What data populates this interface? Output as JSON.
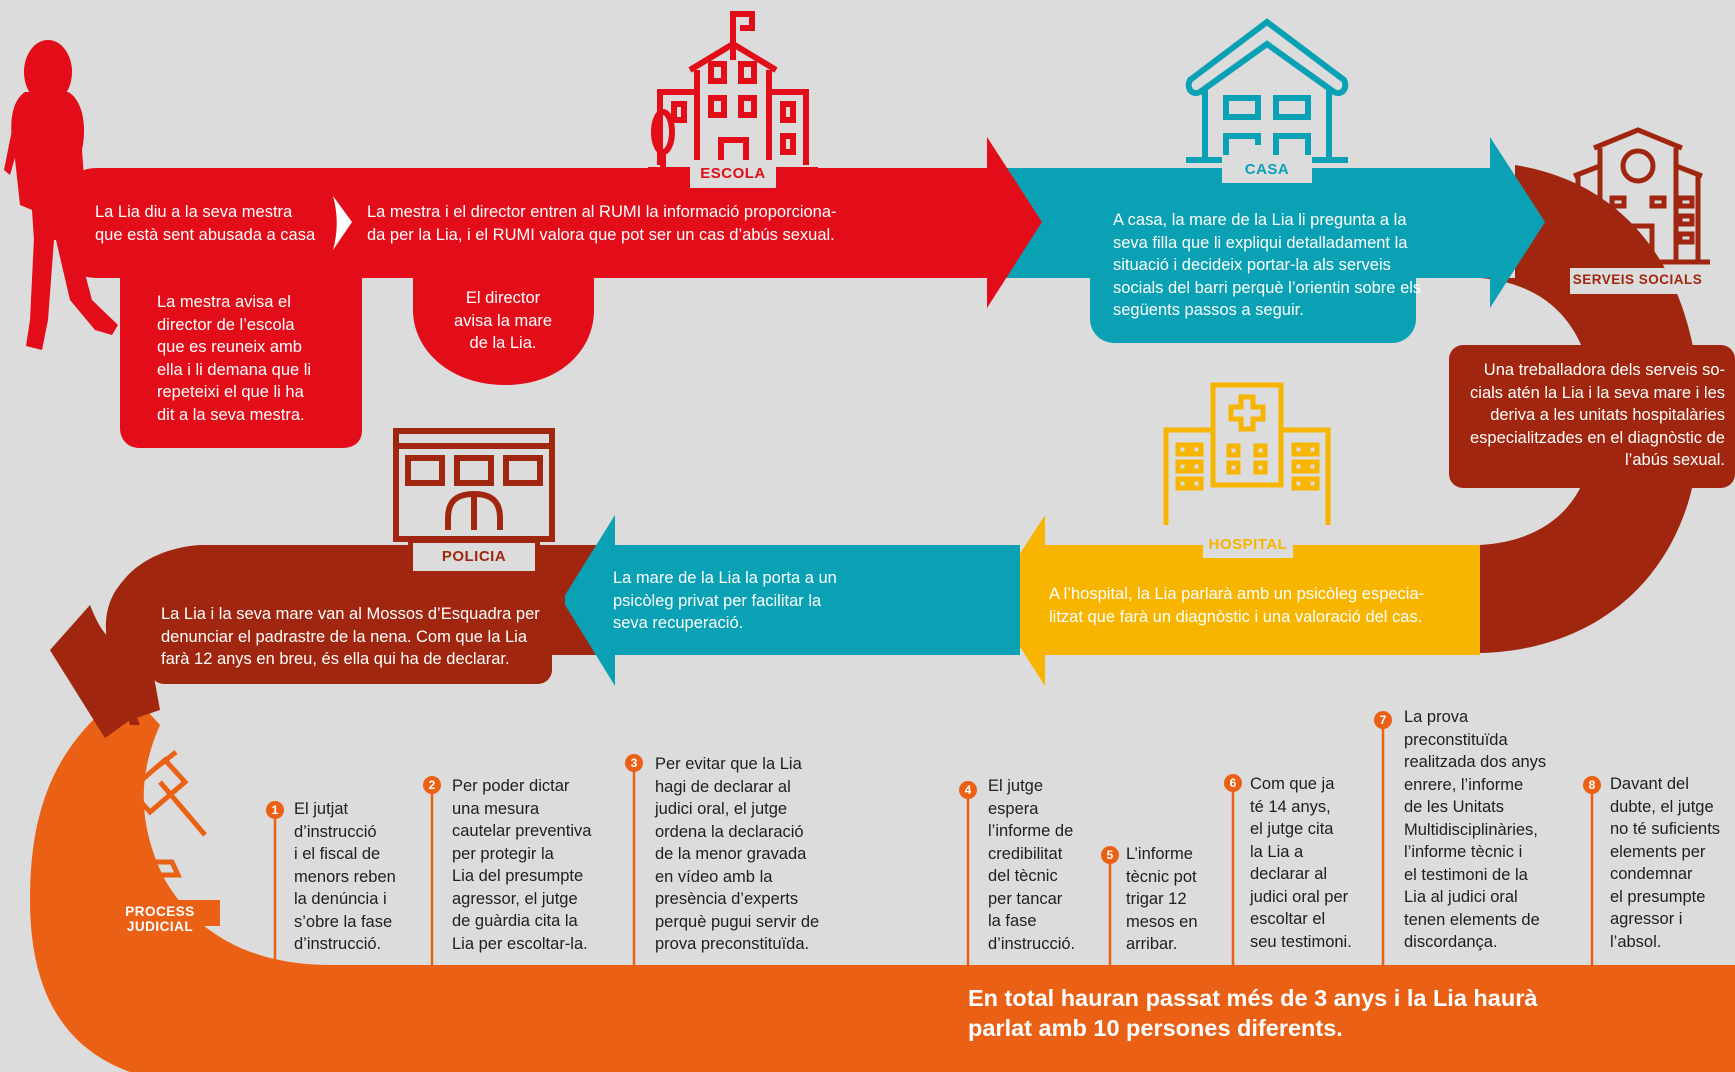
{
  "colors": {
    "red": "#e30c19",
    "teal": "#0aa1b5",
    "brown": "#a0260f",
    "yellow": "#f7b500",
    "orange": "#ea6116",
    "background": "#dcdcdc"
  },
  "icons": {
    "escola": "school-building-icon",
    "casa": "house-icon",
    "serveis_socials": "social-services-building-icon",
    "hospital": "hospital-icon",
    "policia": "police-station-icon",
    "process_judicial": "gavel-icon",
    "girl": "girl-silhouette-icon"
  },
  "labels": {
    "escola": "ESCOLA",
    "casa": "CASA",
    "serveis_socials": "SERVEIS SOCIALS",
    "hospital": "HOSPITAL",
    "policia": "POLICIA",
    "process_judicial": "PROCESS JUDICIAL"
  },
  "steps": {
    "s1": "La Lia diu a la seva mestra\nque està sent abusada a casa",
    "s2": "La mestra avisa el\ndirector de l’escola\nque es reuneix amb\nella i li demana que li\nrepeteixi el que li ha\ndit  a la seva mestra.",
    "s3": "La mestra i el director entren al RUMI la informació proporciona-\nda per la Lia, i el RUMI valora que pot ser un cas d’abús sexual.",
    "s4": "El director\navisa la mare\nde la Lia.",
    "s5": "A casa, la mare de la Lia li pregunta a la\nseva filla que li expliqui detalladament la\nsituació i decideix portar-la als serveis\nsocials del barri perquè l’orientin sobre els\nsegüents passos a seguir.",
    "s6": "Una treballadora dels serveis so-\ncials atén la Lia i la seva mare i les\nderiva a les unitats hospitalàries\nespecialitzades en el diagnòstic de\nl’abús sexual.",
    "s7": "A l’hospital, la Lia parlarà amb un psicòleg especia-\nlitzat que farà un diagnòstic i una valoració del cas.",
    "s8": "La mare de la Lia la porta a un\npsicòleg privat per facilitar la\nseva recuperació.",
    "s9": "La Lia i la seva mare van al Mossos d’Esquadra per\ndenunciar el padrastre de la nena. Com que la Lia\nfarà 12 anys en breu, és ella qui ha de declarar."
  },
  "judicial": [
    {
      "num": "1",
      "text": "El jutjat\nd’instrucció\ni el fiscal de\nmenors reben\nla denúncia i\ns’obre la fase\nd’instrucció."
    },
    {
      "num": "2",
      "text": "Per poder dictar\nuna mesura\ncautelar preventiva\nper protegir la\nLia del presumpte\nagressor, el jutge\nde guàrdia cita la\nLia per escoltar-la."
    },
    {
      "num": "3",
      "text": "Per evitar que la Lia\nhagi de declarar al\njudici oral, el jutge\nordena la declaració\nde la menor gravada\nen vídeo amb la\npresència d’experts\nperquè pugui servir de\nprova preconstituïda."
    },
    {
      "num": "4",
      "text": "El jutge\nespera\nl’informe de\ncredibilitat\ndel tècnic\nper tancar\nla fase\nd’instrucció."
    },
    {
      "num": "5",
      "text": "L’informe\ntècnic pot\ntrigar 12\nmesos en\narribar."
    },
    {
      "num": "6",
      "text": "Com que ja\nté 14 anys,\nel jutge cita\nla Lia a\ndeclarar al\njudici oral per\nescoltar el\nseu testimoni."
    },
    {
      "num": "7",
      "text": "La prova\npreconstituïda\nrealitzada dos anys\nenrere, l’informe\nde les Unitats\nMultidisciplinàries,\nl’informe tècnic i\nel testimoni de la\nLia al judici oral\ntenen elements de\ndiscordança."
    },
    {
      "num": "8",
      "text": "Davant del\ndubte, el jutge\nno té suficients\nelements per\ncondemnar\nel presumpte\nagressor i\nl’absol."
    }
  ],
  "total": "En total hauran passat més de 3 anys i la Lia haurà\nparlat amb 10 persones diferents."
}
